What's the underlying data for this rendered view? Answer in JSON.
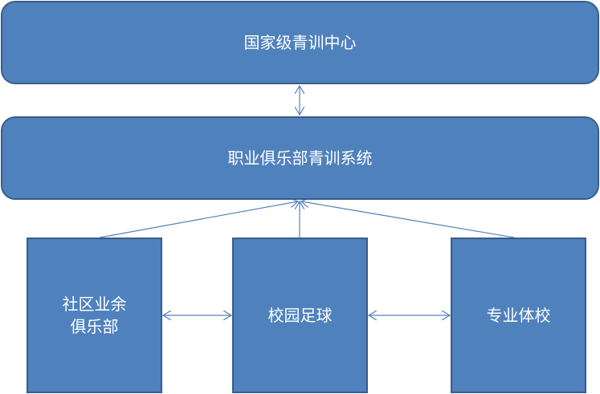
{
  "diagram": {
    "national_center": "国家级青训中心",
    "pro_club_system": "职业俱乐部青训系统",
    "community_club": "社区业余\n俱乐部",
    "campus_football": "校园足球",
    "sports_school": "专业体校"
  },
  "colors": {
    "box_fill": "#4f81bd",
    "box_border": "#385d8a",
    "connector": "#4f81bd",
    "text": "#ffffff"
  }
}
